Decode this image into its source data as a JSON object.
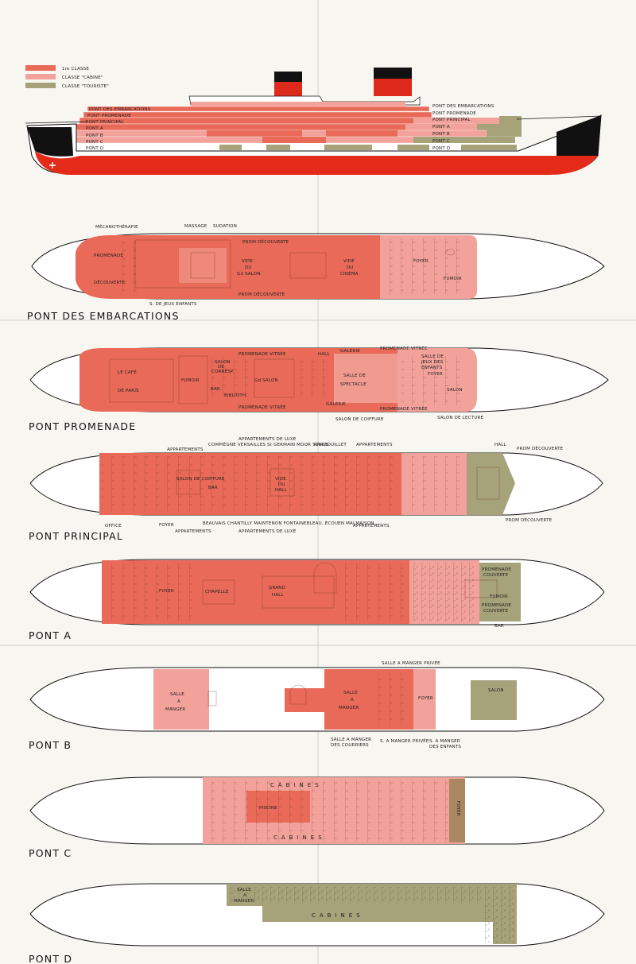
{
  "colors": {
    "premiere": "#e96a58",
    "cabine": "#f2a29a",
    "touriste": "#a6a27a",
    "funnel_red": "#dd2a1d",
    "hull_black": "#111111",
    "hull_red": "#e42a19",
    "paper": "#f7f6f1",
    "foyer_brown": "#a98760"
  },
  "legend": {
    "premiere": "1re CLASSE",
    "cabine": "CLASSE \"CABINE\"",
    "touriste": "CLASSE \"TOURISTE\""
  },
  "profile": {
    "left_labels": [
      "PONT DES EMBARCATIONS",
      "PONT PROMENADE",
      "PONT PRINCIPAL",
      "PONT A",
      "PONT B",
      "PONT C",
      "PONT D"
    ],
    "right_labels": [
      "PONT DES EMBARCATIONS",
      "PONT PROMENADE",
      "PONT PRINCIPAL",
      "PONT A",
      "PONT B",
      "PONT C",
      "PONT D"
    ]
  },
  "decks": {
    "embarcations": {
      "title": "PONT DES EMBARCATIONS",
      "labels": {
        "mecanotherapie": "MÉCANOTHÉRAPIE",
        "massage": "MASSAGE",
        "sudation": "SUDATION",
        "prom_decouverte_top": "PROM DÉCOUVERTE",
        "promenade": "PROMENADE",
        "decouverte": "DÉCOUVERTE",
        "vide_salon_1": "VIDE",
        "vide_salon_2": "DU",
        "vide_salon_3": "Gd SALON",
        "vide_cinema_1": "VIDE",
        "vide_cinema_2": "DU",
        "vide_cinema_3": "CINÉMA",
        "foyer": "FOYER",
        "fumoir": "FUMOIR",
        "prom_decouverte_bottom": "PROM DÉCOUVERTE",
        "jeux_enfants": "S. DE JEUX ENFANTS"
      }
    },
    "promenade": {
      "title": "PONT PROMENADE",
      "labels": {
        "promenade_vitree_top": "PROMENADE VITRÉE",
        "hall": "HALL",
        "galerie_top": "GALERIE",
        "promenade_vitree_top_r": "PROMENADE VITRÉE",
        "salle_lecture_enfants_1": "SALLE DE",
        "salle_lecture_enfants_2": "JEUX DES",
        "salle_lecture_enfants_3": "ENFANTS",
        "le_cafe": "LE CAFÉ",
        "de_paris": "DE PARIS",
        "fumoir": "FUMOIR",
        "salon_courrier_1": "SALON",
        "salon_courrier_2": "DE",
        "salon_courrier_3": "CORRESP.",
        "gd_salon": "Gd SALON",
        "bar": "BAR",
        "biblioth": "BIBLIOTH.",
        "salle_spectacle_1": "SALLE DE",
        "salle_spectacle_2": "SPECTACLE",
        "foyer": "FOYER",
        "salon": "SALON",
        "promenade_vitree_bottom": "PROMENADE VITRÉE",
        "galerie_bottom": "GALERIE",
        "promenade_vitree_bottom_r": "PROMENADE VITRÉE",
        "salon_coiffure": "SALON DE COIFFURE",
        "salon_lecture": "SALON DE LECTURE"
      }
    },
    "principal": {
      "title": "PONT PRINCIPAL",
      "labels": {
        "appartements_luxe_top": "APPARTEMENTS DE LUXE",
        "luxe_names_top": "COMPIÈGNE VERSAILLES St GERMAIN MOOR SENLIS",
        "rambouillet": "RAMBOUILLET",
        "appartements_top_l": "APPARTEMENTS",
        "appartements_top_r": "APPARTEMENTS",
        "hall": "HALL",
        "prom_decouverte_top": "PROM DÉCOUVERTE",
        "salon_coiffure": "SALON DE COIFFURE",
        "bar": "BAR",
        "vide_hall_1": "VIDE",
        "vide_hall_2": "DU",
        "vide_hall_3": "HALL",
        "office": "OFFICE",
        "foyer": "FOYER",
        "luxe_names_bottom": "BEAUVAIS CHANTILLY MAINTENON FONTAINEBLEAU, ÉCOUEN MALMAISON",
        "appartements_bottom": "APPARTEMENTS",
        "appartements_bottom_l": "APPARTEMENTS",
        "appartements_luxe_bottom": "APPARTEMENTS DE LUXE",
        "prom_decouverte_bottom": "PROM DÉCOUVERTE"
      }
    },
    "pont_a": {
      "title": "PONT A",
      "labels": {
        "foyer": "FOYER",
        "chapelle": "CHAPELLE",
        "grand_hall_1": "GRAND",
        "grand_hall_2": "HALL",
        "promenade_couverte_top_1": "PROMENADE",
        "promenade_couverte_top_2": "COUVERTE",
        "fumoir": "FUMOIR",
        "promenade_couverte_bottom_1": "PROMENADE",
        "promenade_couverte_bottom_2": "COUVERTE",
        "bar": "BAR"
      }
    },
    "pont_b": {
      "title": "PONT B",
      "labels": {
        "salle_manger_privee": "SALLE A MANGER PRIVÉE",
        "salle_a_manger_left_1": "SALLE",
        "salle_a_manger_left_2": "A",
        "salle_a_manger_left_3": "MANGER",
        "salle_a_manger_mid_1": "SALLE",
        "salle_a_manger_mid_2": "A",
        "salle_a_manger_mid_3": "MANGER",
        "foyer": "FOYER",
        "salon": "SALON",
        "courriers_1": "SALLE A MANGER",
        "courriers_2": "DES COURRIERS",
        "s_manger_privee": "S. A MANGER PRIVÉE",
        "enfants_1": "S. A MANGER",
        "enfants_2": "DES ENFANTS"
      }
    },
    "pont_c": {
      "title": "PONT C",
      "labels": {
        "cabines_top": "CABINES",
        "piscine": "PISCINE",
        "cabines_bottom": "CABINES",
        "foyer": "FOYER"
      }
    },
    "pont_d": {
      "title": "PONT D",
      "labels": {
        "salle_a_manger_1": "SALLE",
        "salle_a_manger_2": "A",
        "salle_a_manger_3": "MANGER",
        "cabines": "CABINES"
      }
    }
  }
}
